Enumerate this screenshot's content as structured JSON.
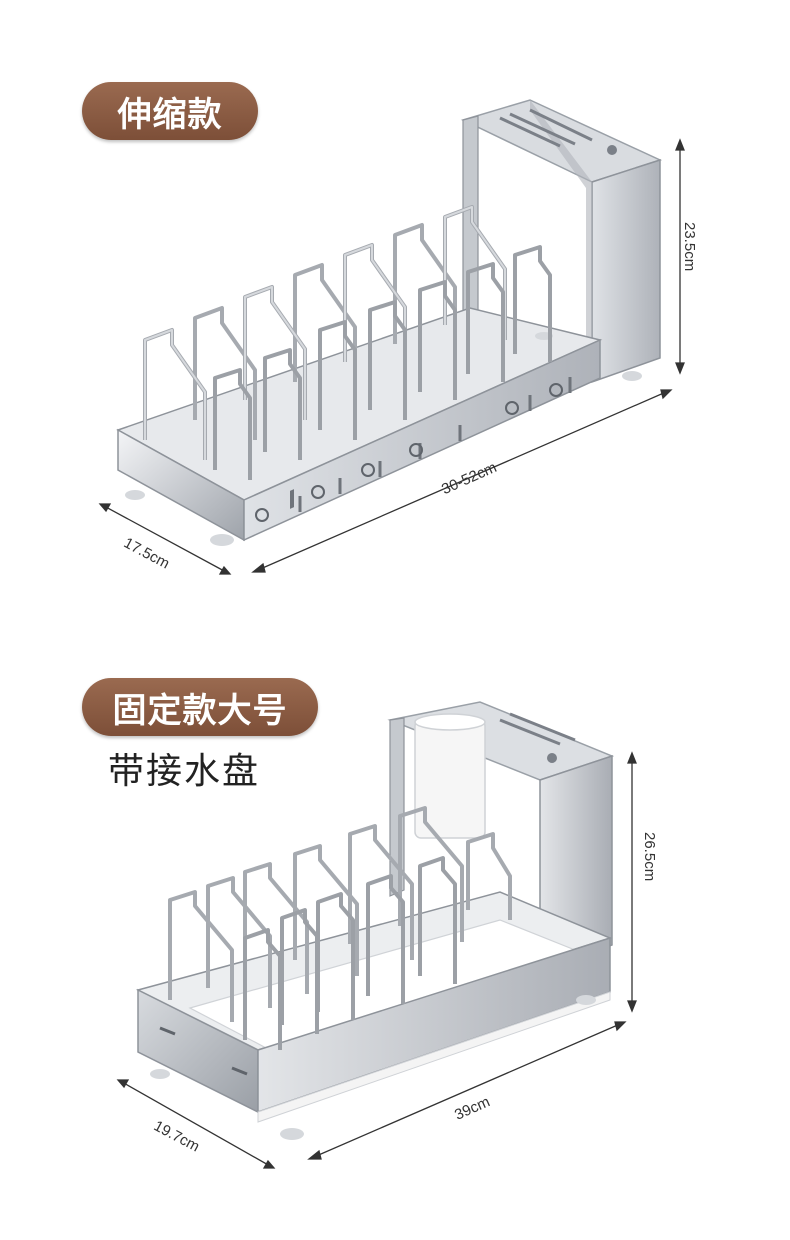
{
  "section1": {
    "badge": "伸缩款",
    "dims": {
      "height": "23.5cm",
      "length": "30-52cm",
      "depth": "17.5cm"
    }
  },
  "section2": {
    "badge": "固定款大号",
    "subtitle": "带接水盘",
    "dims": {
      "height": "26.5cm",
      "length": "39cm",
      "depth": "19.7cm"
    }
  },
  "colors": {
    "badge": "#8a5a42",
    "steel_light": "#eef0f2",
    "steel_mid": "#b8bcc2",
    "steel_dark": "#7b8088",
    "text": "#222222"
  }
}
